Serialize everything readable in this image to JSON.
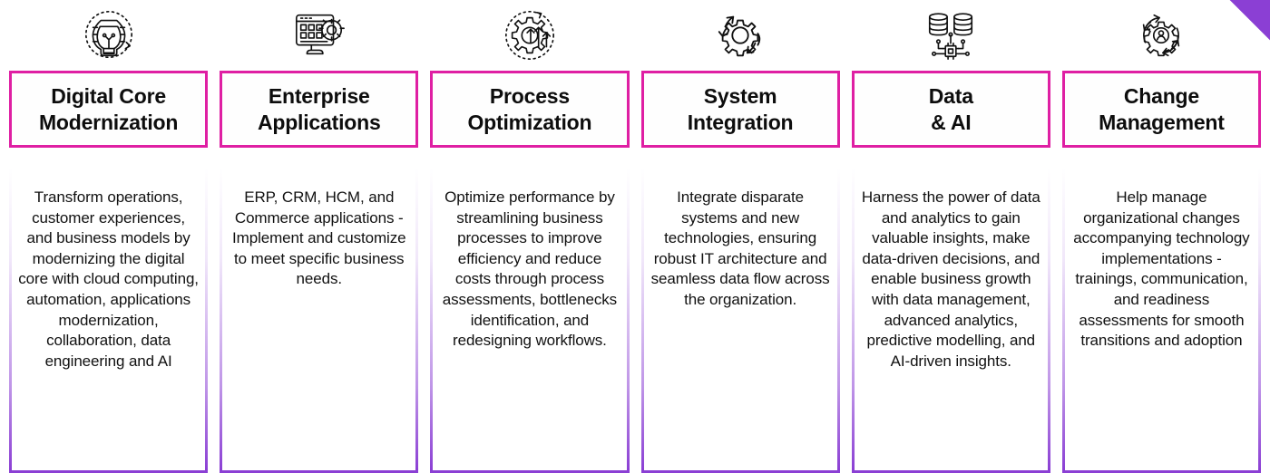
{
  "theme": {
    "title_border_color": "#DF1FA3",
    "body_border_color": "#8B3FD4",
    "accent_corner_color": "#8B3FD4",
    "background": "#FFFFFF",
    "text_color": "#111111"
  },
  "pillars": [
    {
      "icon": "lightbulb-gear-icon",
      "title": "Digital Core\nModernization",
      "description": "Transform operations, customer experiences, and business models by modernizing the digital core with cloud computing, automation, applications modernization, collaboration, data engineering  and AI"
    },
    {
      "icon": "monitor-apps-gear-icon",
      "title": "Enterprise\nApplications",
      "description": "ERP, CRM, HCM, and Commerce applications - Implement and customize to meet specific business needs."
    },
    {
      "icon": "gear-growth-arrows-icon",
      "title": "Process\nOptimization",
      "description": "Optimize performance by streamlining business processes to improve efficiency and reduce costs through process assessments, bottlenecks identification, and redesigning workflows."
    },
    {
      "icon": "gear-sync-arrows-icon",
      "title": "System\nIntegration",
      "description": "Integrate disparate systems and new technologies, ensuring robust IT architecture and seamless data flow across the organization."
    },
    {
      "icon": "databases-chip-icon",
      "title": "Data\n& AI",
      "description": "Harness the power of data and analytics to gain valuable insights, make data-driven decisions, and enable business growth with data management, advanced analytics, predictive modelling, and AI-driven insights."
    },
    {
      "icon": "gear-person-cycle-icon",
      "title": "Change\nManagement",
      "description": "Help manage organizational changes accompanying technology implementations - trainings, communication, and readiness assessments for smooth transitions and adoption"
    }
  ]
}
